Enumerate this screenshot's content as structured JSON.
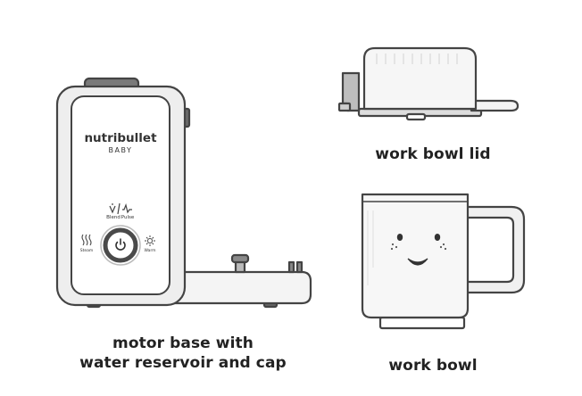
{
  "motor_base": {
    "brand": "nutribullet",
    "sub_brand": "BABY",
    "button_left_label": "Blend",
    "button_right_label": "Pulse",
    "steam_label": "Steam",
    "warm_label": "Warm",
    "caption_line1": "motor base with",
    "caption_line2": "water reservoir and cap"
  },
  "lid": {
    "caption": "work bowl lid"
  },
  "bowl": {
    "caption": "work bowl"
  },
  "colors": {
    "outline": "#444444",
    "fill_light": "#f2f2f2",
    "fill_gray": "#dcdcdc",
    "accent_dark": "#4a4a4a"
  }
}
